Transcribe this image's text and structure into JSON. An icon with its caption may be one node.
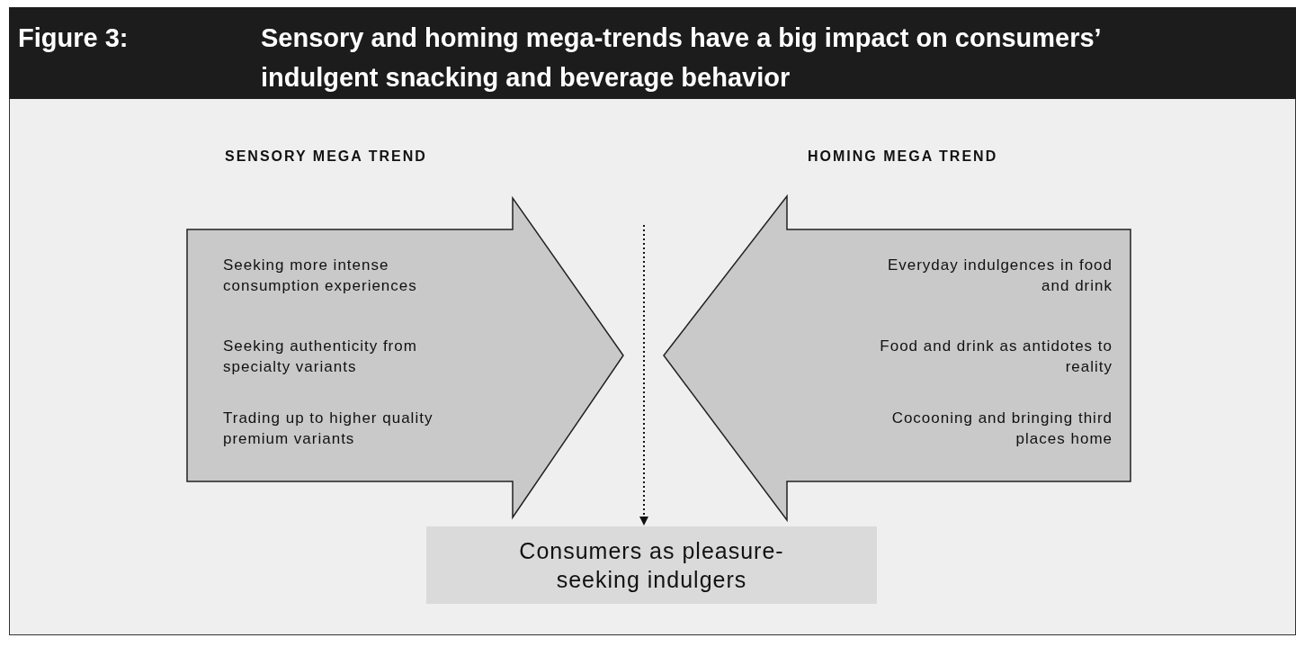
{
  "diagram": {
    "title": "Sensory and homing mega-trends have a big impact on consumers’ indulgent snacking and beverage behavior",
    "nodes": [
      {
        "text": [
          "SENSORY MEGA TREND",
          "Seeking more intense consumption experiences",
          "Seeking authenticity from specialty variants",
          "Trading up to higher quality premium variants"
        ]
      },
      {
        "text": [
          "HOMING MEGA TREND",
          "Everyday indulgences in food and drink",
          "Food and drink as antidotes to reality",
          "Cocooning and bringing third places home"
        ]
      },
      {
        "text": [
          "Consumers as pleasure-seeking indulgers"
        ]
      }
    ],
    "edges": [
      {
        "from": null,
        "to": 2,
        "arrow": "to",
        "style": "dashed"
      }
    ],
    "labels": [
      "Figure 3:"
    ]
  }
}
